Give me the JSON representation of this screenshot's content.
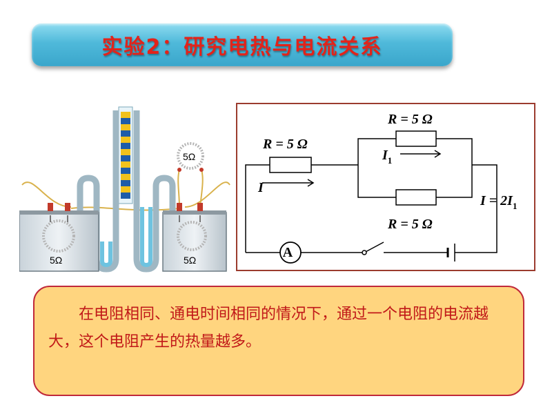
{
  "title": "实验2：研究电热与电流关系",
  "apparatus": {
    "left_jar_label": "5Ω",
    "right_jar_label": "5Ω",
    "external_resistor_label": "5Ω"
  },
  "circuit": {
    "r1_label": "R = 5 Ω",
    "r2_label": "R = 5 Ω",
    "r3_label": "R = 5 Ω",
    "current_main": "I",
    "current_branch_letter": "I",
    "current_branch_sub": "1",
    "current_relation_prefix": "I = 2I",
    "current_relation_sub": "1",
    "ammeter": "A"
  },
  "conclusion": "在电阻相同、通电时间相同的情况下，通过一个电阻的电流越大，这个电阻产生的热量越多。",
  "colors": {
    "title_text": "#e2231a",
    "banner": "#4fb9da",
    "conclusion_bg": "#ffd57f",
    "conclusion_border": "#c0283a",
    "circuit_border": "#9b3b2e"
  }
}
